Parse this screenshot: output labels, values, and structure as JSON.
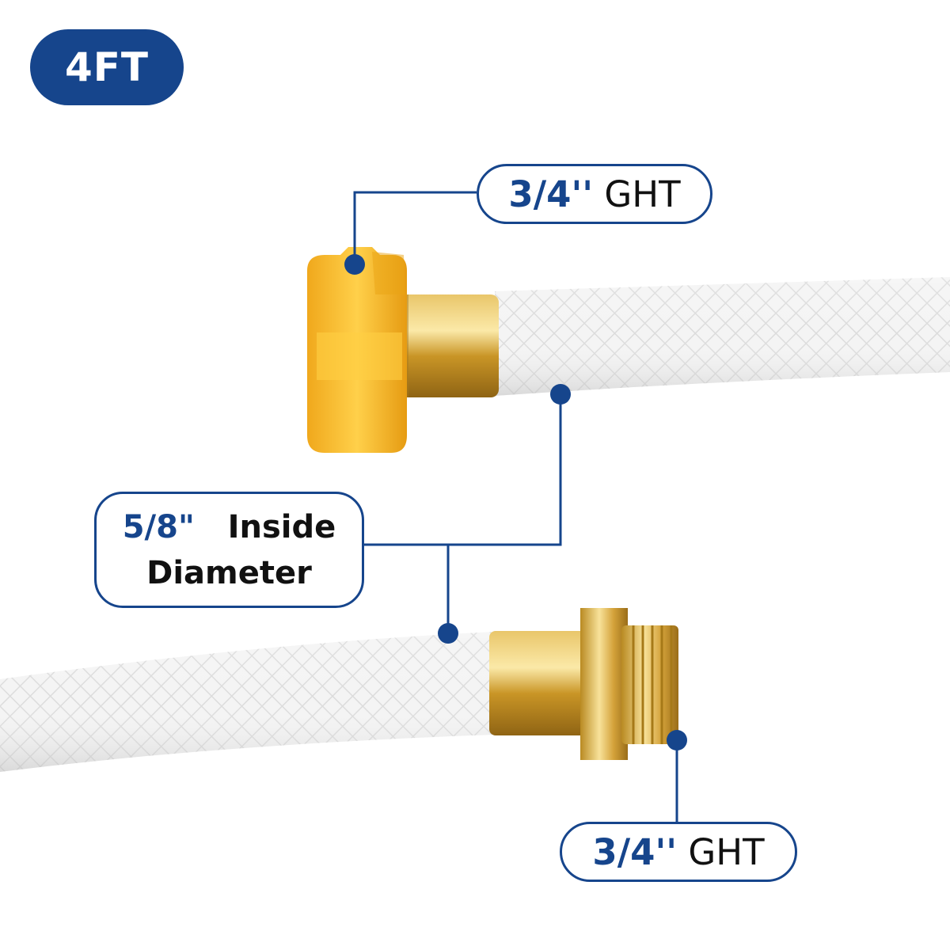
{
  "badge": {
    "label": "4FT"
  },
  "callouts": {
    "top": {
      "size": "3/4''",
      "text": "GHT"
    },
    "middle": {
      "size": "5/8\"",
      "line1": "Inside",
      "line2": "Diameter"
    },
    "bottom": {
      "size": "3/4''",
      "text": "GHT"
    }
  },
  "colors": {
    "accent": "#16458c",
    "connector_cap": "#f5b82e",
    "brass": "#d4a23a",
    "hose": "#f3f3f3"
  }
}
